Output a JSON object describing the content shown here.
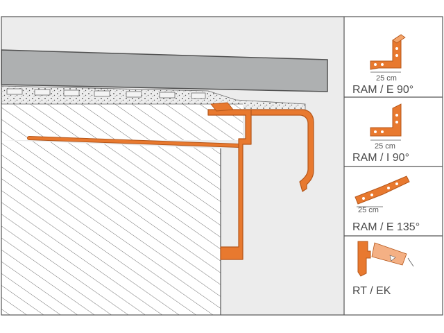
{
  "colors": {
    "profile": "#e8792f",
    "profile_stroke": "#b4561a",
    "tile": "#aeb0b1",
    "screed": "#eeeeee",
    "panel_bg": "#ececec",
    "frame": "#555555"
  },
  "variants": [
    {
      "dimension": "25 cm",
      "label": "RAM / E 90°",
      "icon": "outer-corner-90-icon"
    },
    {
      "dimension": "25 cm",
      "label": "RAM / I 90°",
      "icon": "inner-corner-90-icon"
    },
    {
      "dimension": "25 cm",
      "label": "RAM / E 135°",
      "icon": "outer-corner-135-icon"
    },
    {
      "dimension": "",
      "label": "RT / EK",
      "icon": "end-cap-icon"
    }
  ]
}
